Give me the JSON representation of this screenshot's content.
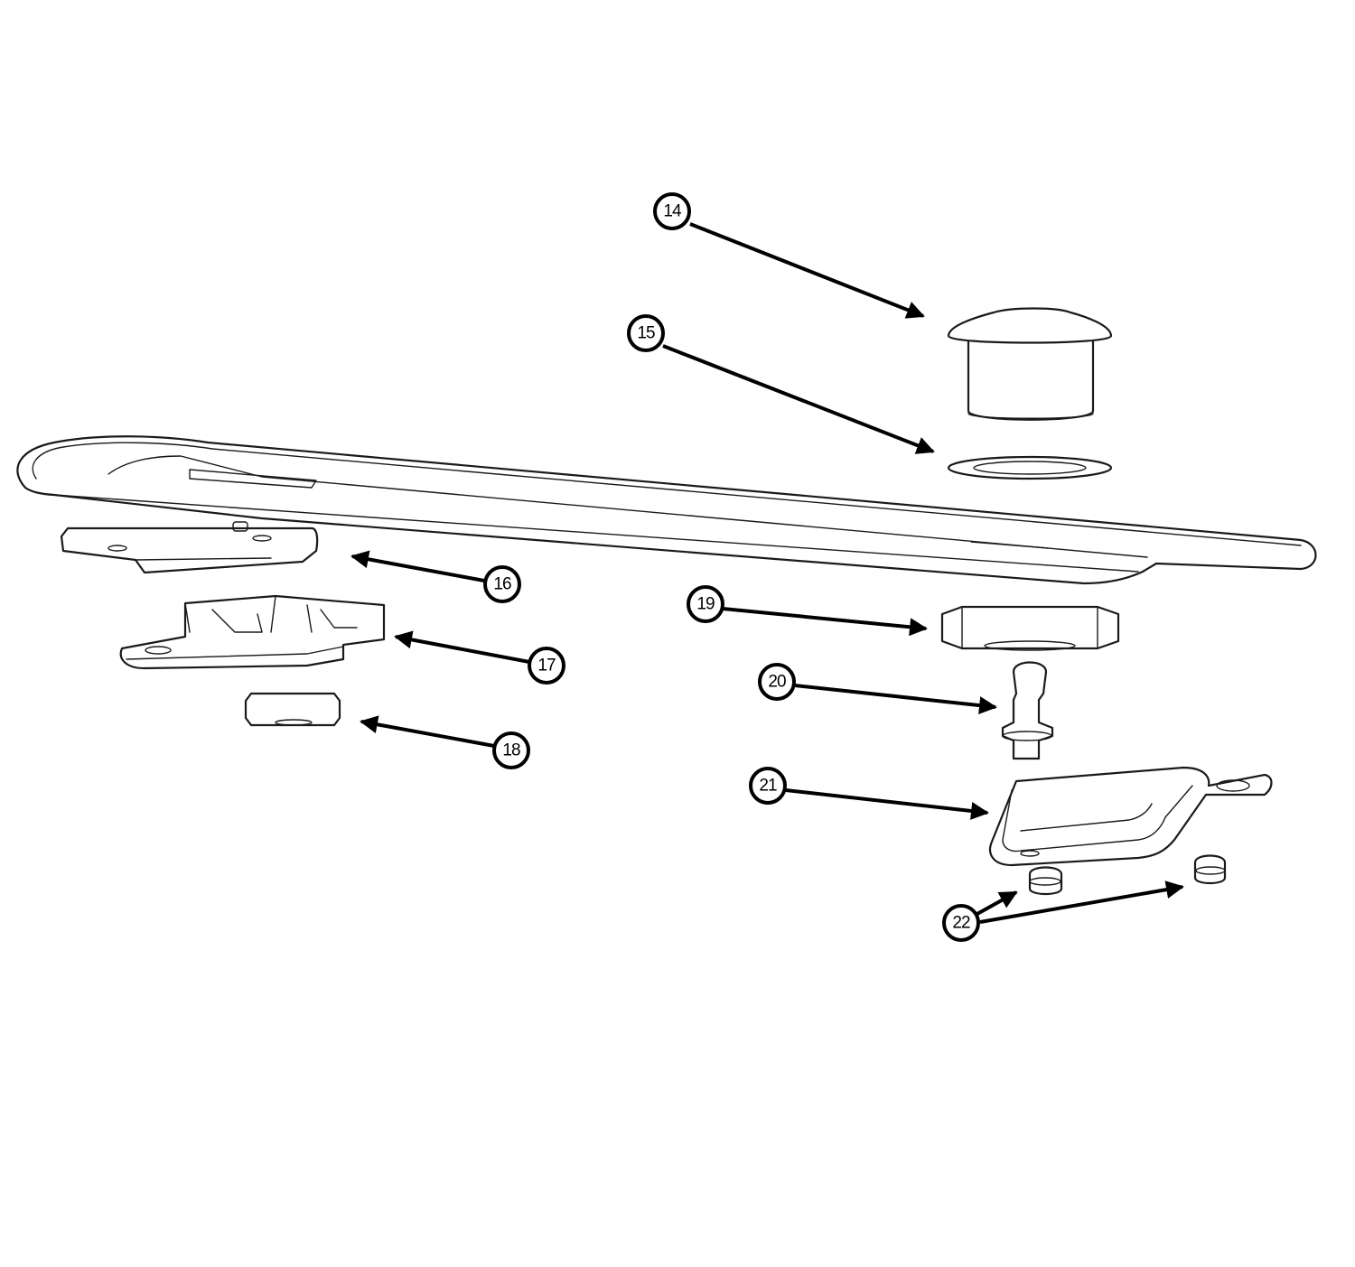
{
  "diagram": {
    "colors": {
      "line": "#1a1a1a",
      "background": "#ffffff",
      "callout": "#000000"
    },
    "callouts": [
      {
        "id": "14",
        "label": "14"
      },
      {
        "id": "15",
        "label": "15"
      },
      {
        "id": "16",
        "label": "16"
      },
      {
        "id": "17",
        "label": "17"
      },
      {
        "id": "18",
        "label": "18"
      },
      {
        "id": "19",
        "label": "19"
      },
      {
        "id": "20",
        "label": "20"
      },
      {
        "id": "21",
        "label": "21"
      },
      {
        "id": "22",
        "label": "22"
      }
    ]
  }
}
